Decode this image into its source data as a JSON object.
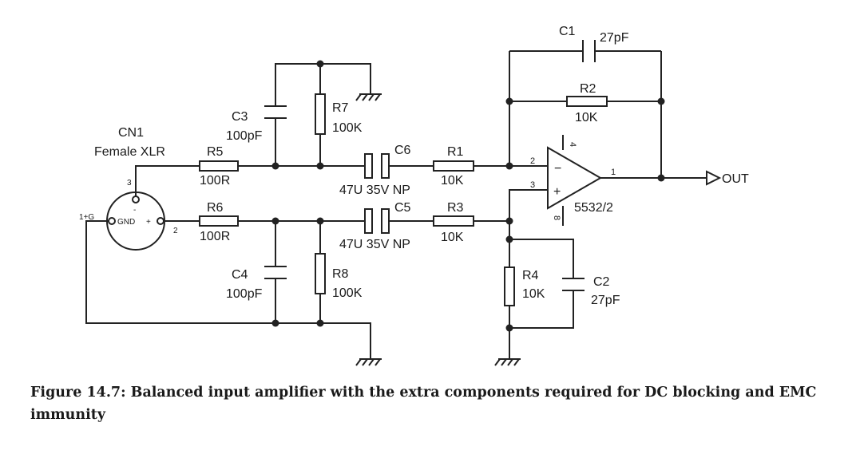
{
  "connector": {
    "ref": "CN1",
    "name": "Female XLR",
    "pin3": "3",
    "pin2": "2",
    "pin_g": "1+G",
    "gnd": "GND",
    "minus": "-",
    "plus": "+"
  },
  "components": {
    "R5": {
      "ref": "R5",
      "value": "100R"
    },
    "R6": {
      "ref": "R6",
      "value": "100R"
    },
    "C3": {
      "ref": "C3",
      "value": "100pF"
    },
    "C4": {
      "ref": "C4",
      "value": "100pF"
    },
    "R7": {
      "ref": "R7",
      "value": "100K"
    },
    "R8": {
      "ref": "R8",
      "value": "100K"
    },
    "C6": {
      "ref": "C6",
      "value": "47U 35V NP"
    },
    "C5": {
      "ref": "C5",
      "value": "47U 35V NP"
    },
    "R1": {
      "ref": "R1",
      "value": "10K"
    },
    "R3": {
      "ref": "R3",
      "value": "10K"
    },
    "R2": {
      "ref": "R2",
      "value": "10K"
    },
    "R4": {
      "ref": "R4",
      "value": "10K"
    },
    "C1": {
      "ref": "C1",
      "value": "27pF"
    },
    "C2": {
      "ref": "C2",
      "value": "27pF"
    }
  },
  "opamp": {
    "ref": "5532/2",
    "pin_out": "1",
    "pin_inv": "2",
    "pin_noninv": "3",
    "pin_vplus": "4",
    "pin_vminus": "8",
    "minus": "−",
    "plus": "+"
  },
  "output": {
    "label": "OUT"
  },
  "caption": "Figure 14.7: Balanced input amplifier with the extra components required for DC blocking and EMC immunity"
}
